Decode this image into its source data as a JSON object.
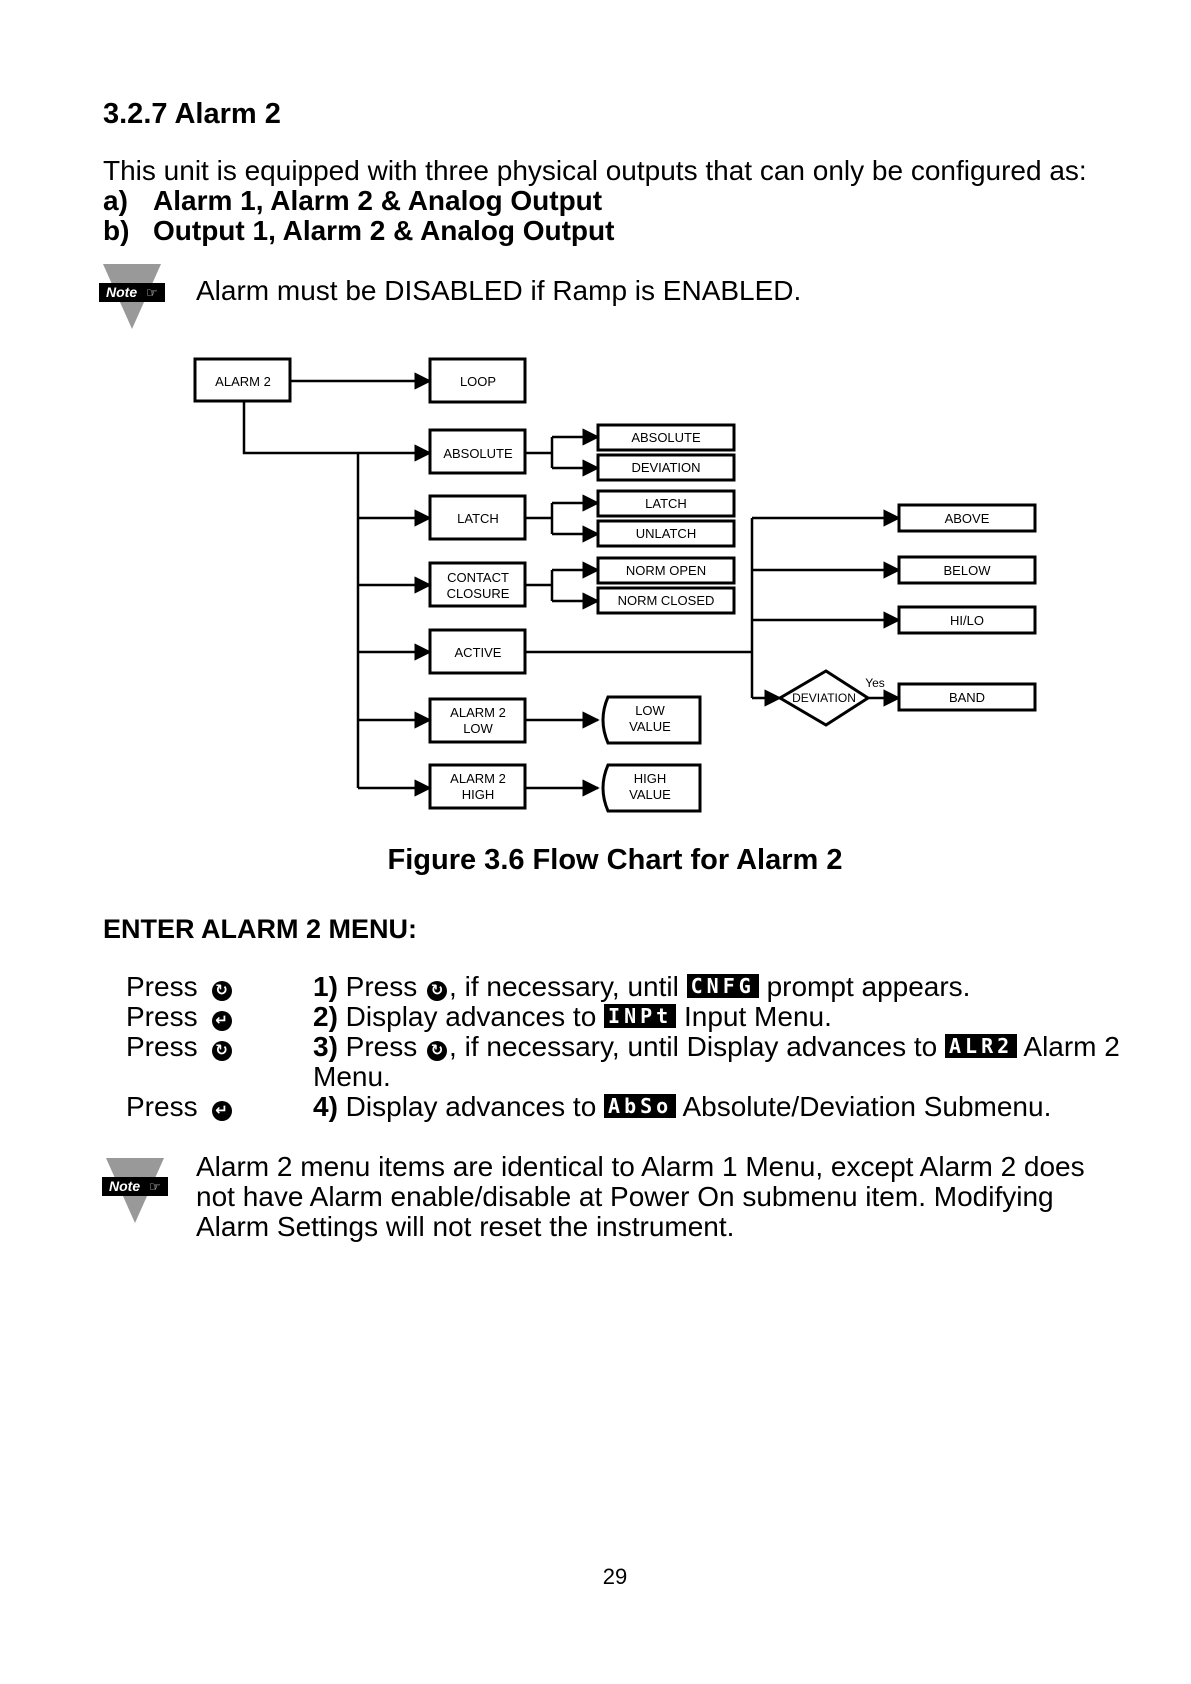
{
  "section_title": "3.2.7 Alarm 2",
  "intro": {
    "text": "This unit is equipped with three physical outputs that can only be configured as:",
    "options": [
      {
        "label": "a)",
        "text": "Alarm 1, Alarm 2 & Analog Output"
      },
      {
        "label": "b)",
        "text": "Output 1, Alarm 2 & Analog Output"
      }
    ]
  },
  "note_icon_label": "Note",
  "note1": "Alarm must be DISABLED if Ramp is ENABLED.",
  "flowchart": {
    "root": "ALARM 2",
    "loop": "LOOP",
    "absolute": "ABSOLUTE",
    "abs_opt1": "ABSOLUTE",
    "abs_opt2": "DEVIATION",
    "latch": "LATCH",
    "latch_opt1": "LATCH",
    "latch_opt2": "UNLATCH",
    "contact_l1": "CONTACT",
    "contact_l2": "CLOSURE",
    "contact_opt1": "NORM OPEN",
    "contact_opt2": "NORM CLOSED",
    "active": "ACTIVE",
    "alarm2low_l1": "ALARM 2",
    "alarm2low_l2": "LOW",
    "low_l1": "LOW",
    "low_l2": "VALUE",
    "alarm2high_l1": "ALARM 2",
    "alarm2high_l2": "HIGH",
    "high_l1": "HIGH",
    "high_l2": "VALUE",
    "above": "ABOVE",
    "below": "BELOW",
    "hilo": "HI/LO",
    "deviation": "DEVIATION",
    "yes": "Yes",
    "band": "BAND"
  },
  "figure_caption": "Figure 3.6 Flow Chart for Alarm 2",
  "menu_title": "ENTER ALARM 2 MENU:",
  "press_word": "Press",
  "steps": [
    {
      "num": "1)",
      "pre": " Press ",
      "mid": ", if necessary, until ",
      "lcd": "CNFG",
      "post": " prompt appears."
    },
    {
      "num": "2)",
      "pre": " Display advances to ",
      "lcd": "INPt",
      "post": " Input Menu."
    },
    {
      "num": "3)",
      "pre": " Press ",
      "mid": ", if necessary, until Display advances to ",
      "lcd": "ALR2",
      "post": " Alarm 2 Menu."
    },
    {
      "num": "4)",
      "pre": " Display advances to ",
      "lcd": "AbSo",
      "post": " Absolute/Deviation Submenu."
    }
  ],
  "note2": "Alarm 2 menu items are identical to Alarm 1 Menu, except Alarm 2 does not have Alarm enable/disable at Power On submenu item. Modifying Alarm Settings will not reset the instrument.",
  "page_number": "29"
}
